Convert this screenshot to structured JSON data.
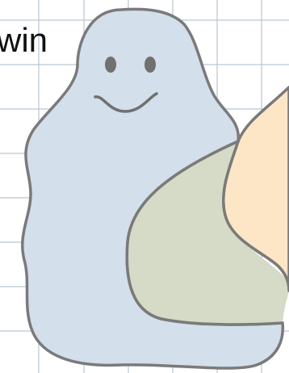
{
  "label": {
    "text": "win"
  },
  "colors": {
    "background": "#ffffff",
    "grid": "#b7c6d2",
    "ghost_fill": "#d3dfeb",
    "ghost_stroke": "#7a7a7a",
    "blob_fill": "#fde6c6",
    "overlap_fill": "#d5dbc6",
    "face": "#707070"
  },
  "icons": {
    "ghost": "smiling-ghost-shape",
    "blob": "orange-blob-shape"
  }
}
